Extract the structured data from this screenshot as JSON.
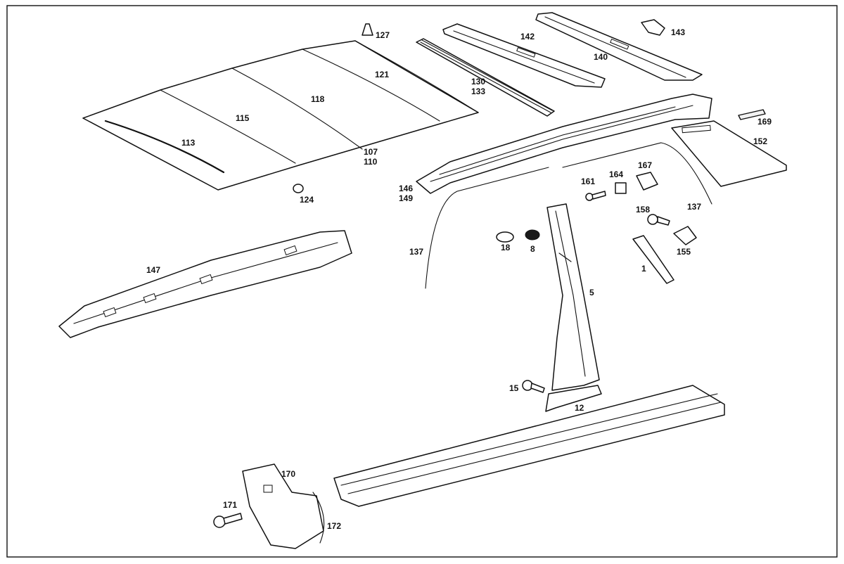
{
  "labels": {
    "l1": "1",
    "l5": "5",
    "l8": "8",
    "l12": "12",
    "l15": "15",
    "l18": "18",
    "l107": "107",
    "l110": "110",
    "l113": "113",
    "l115": "115",
    "l118": "118",
    "l121": "121",
    "l124": "124",
    "l127": "127",
    "l130": "130",
    "l133": "133",
    "l137a": "137",
    "l137b": "137",
    "l140": "140",
    "l142": "142",
    "l143": "143",
    "l146": "146",
    "l147": "147",
    "l149": "149",
    "l152": "152",
    "l155": "155",
    "l158": "158",
    "l161": "161",
    "l164": "164",
    "l167": "167",
    "l169": "169",
    "l170": "170",
    "l171": "171",
    "l172": "172"
  }
}
